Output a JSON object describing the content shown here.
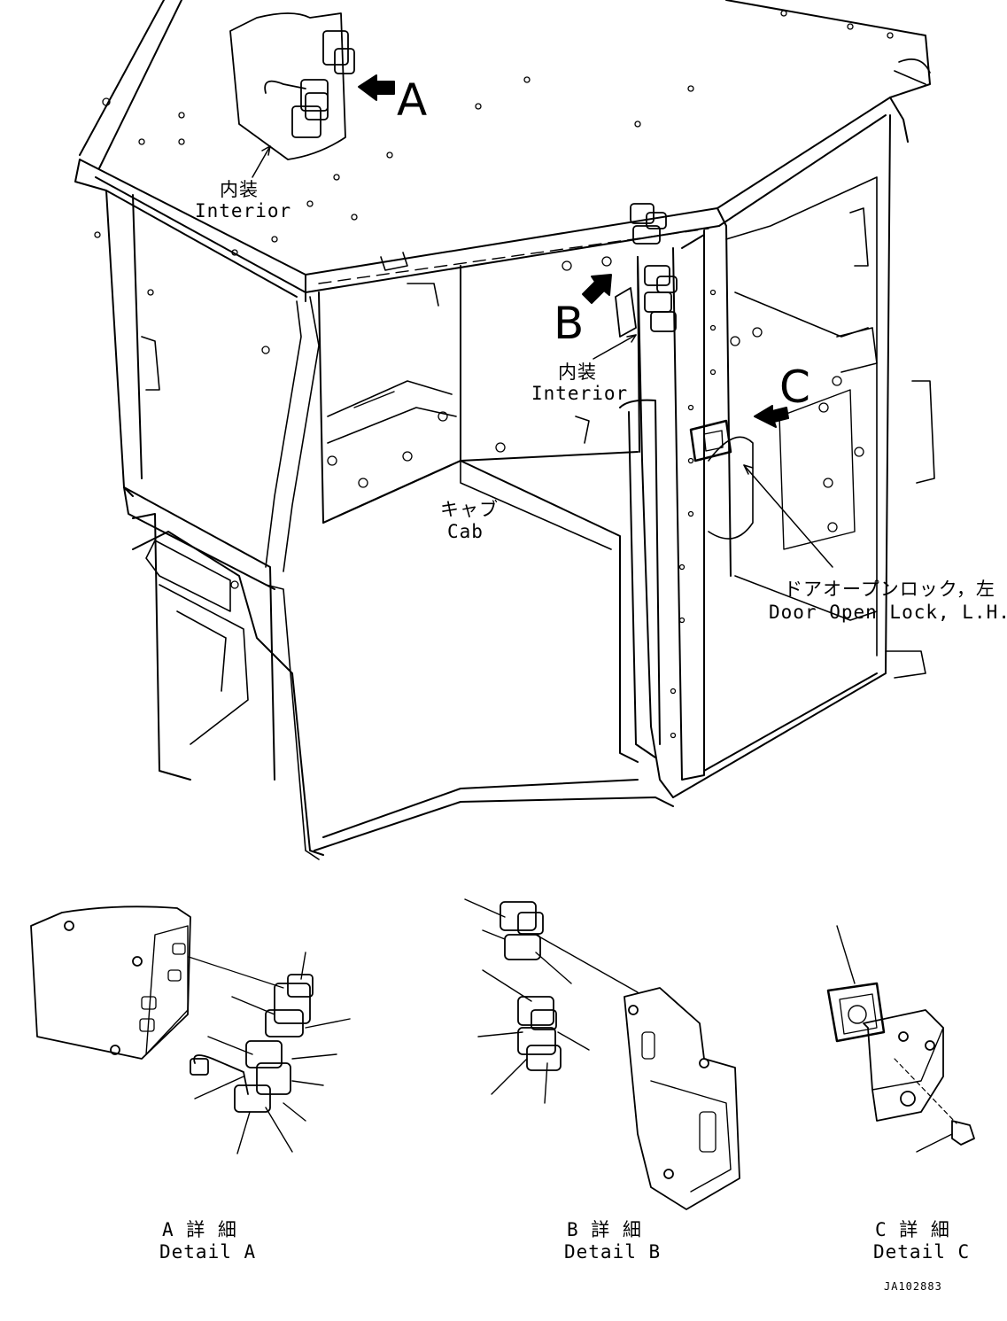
{
  "callouts": {
    "a": "A",
    "b": "B",
    "c": "C"
  },
  "labels": {
    "interior_a_jp": "内装",
    "interior_a_en": "Interior",
    "interior_b_jp": "内装",
    "interior_b_en": "Interior",
    "cab_jp": "キャブ",
    "cab_en": "Cab",
    "door_lock_jp": "ドアオープンロック，左",
    "door_lock_en": "Door Open Lock, L.H."
  },
  "details": {
    "a_jp": "A 詳 細",
    "a_en": "Detail A",
    "b_jp": "B 詳 細",
    "b_en": "Detail B",
    "c_jp": "C 詳 細",
    "c_en": "Detail C"
  },
  "drawing_code": "JA102883"
}
